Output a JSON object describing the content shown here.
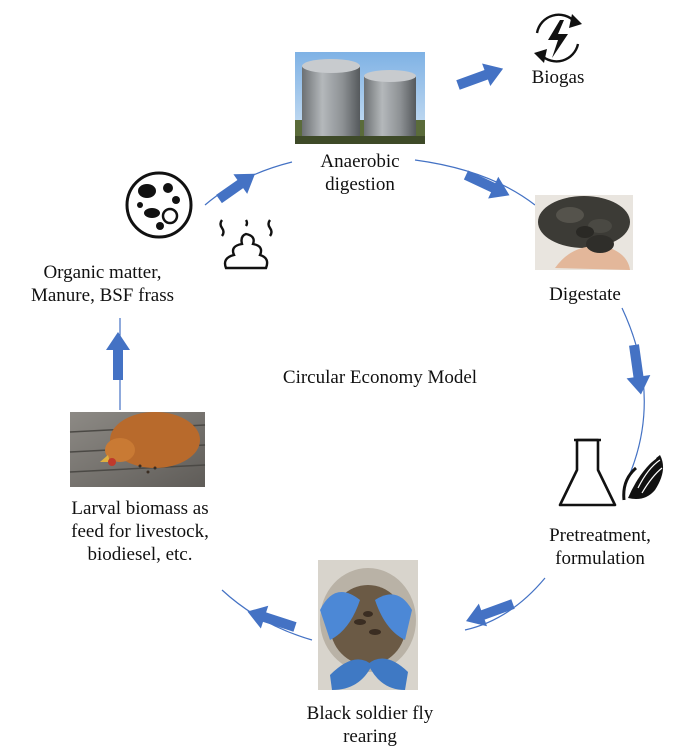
{
  "title": "Circular Economy Model",
  "nodes": {
    "anaerobic": {
      "lines": [
        "Anaerobic",
        "digestion"
      ],
      "image": "biogas-storage-tanks-photo"
    },
    "biogas": {
      "lines": [
        "Biogas"
      ],
      "icon": "renewable-energy-icon"
    },
    "digestate": {
      "lines": [
        "Digestate"
      ],
      "image": "digestate-in-hand-photo"
    },
    "pretreatment": {
      "lines": [
        "Pretreatment,",
        "formulation"
      ],
      "icons": [
        "flask-icon",
        "corn-icon"
      ]
    },
    "bsf_rearing": {
      "lines": [
        "Black soldier fly",
        "rearing"
      ],
      "image": "larvae-in-gloved-hands-photo"
    },
    "larval": {
      "lines": [
        "Larval biomass as",
        "feed for livestock,",
        "biodiesel, etc."
      ],
      "image": "chicken-feeding-photo"
    },
    "organic": {
      "lines": [
        "Organic matter,",
        "Manure, BSF frass"
      ],
      "icons": [
        "food-waste-plate-icon",
        "manure-pile-icon"
      ]
    }
  },
  "colors": {
    "arrow": "#4472C4",
    "cycle_line": "#4472C4",
    "text": "#111111"
  }
}
